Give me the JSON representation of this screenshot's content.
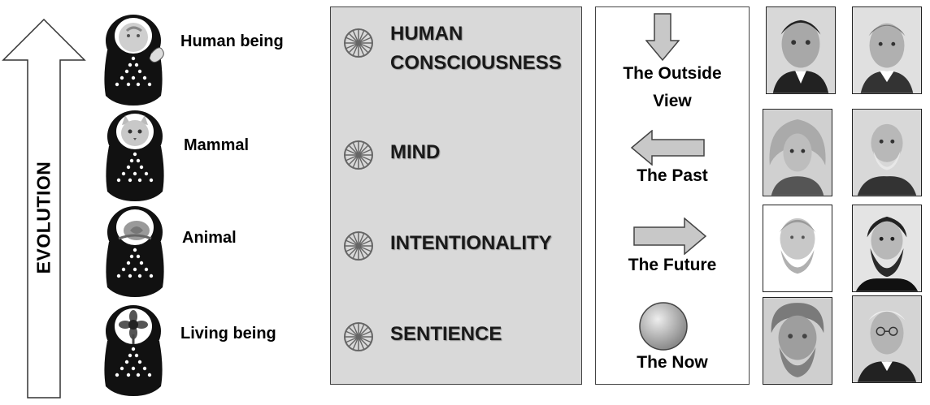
{
  "evolution": {
    "label": "EVOLUTION"
  },
  "beings": [
    {
      "label": "Human being"
    },
    {
      "label": "Mammal"
    },
    {
      "label": "Animal"
    },
    {
      "label": "Living being"
    }
  ],
  "levels": [
    {
      "line1": "HUMAN",
      "line2": "CONSCIOUSNESS"
    },
    {
      "line1": "MIND"
    },
    {
      "line1": "INTENTIONALITY"
    },
    {
      "line1": "SENTIENCE"
    }
  ],
  "time_views": [
    {
      "line1": "The Outside",
      "line2": "View",
      "icon": "arrow-down-icon"
    },
    {
      "line1": "The Past",
      "icon": "arrow-left-icon"
    },
    {
      "line1": "The Future",
      "icon": "arrow-right-icon"
    },
    {
      "line1": "The Now",
      "icon": "sphere-icon"
    }
  ],
  "colors": {
    "panel_fill": "#d9d9d9",
    "arrow_fill": "#c8c8c8",
    "wheel": "#666666",
    "doll": "#111111"
  }
}
